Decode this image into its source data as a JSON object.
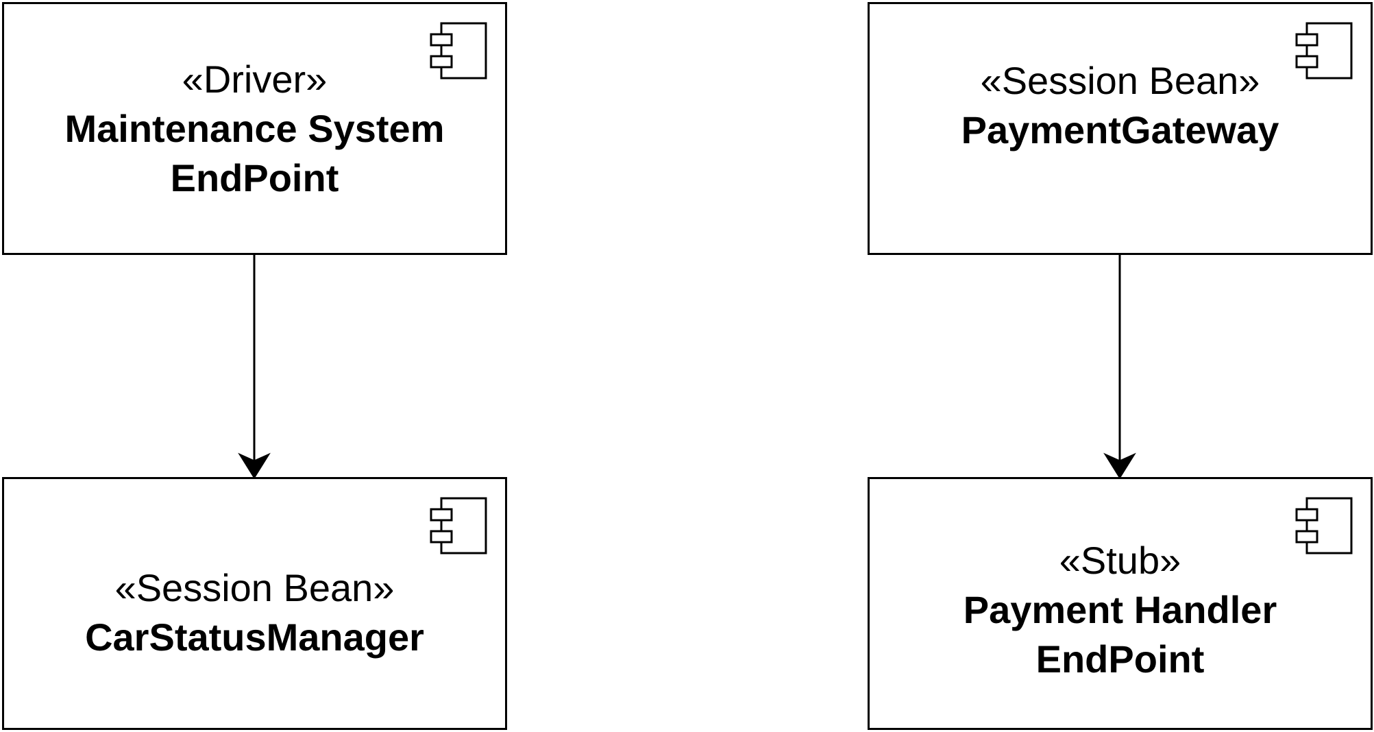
{
  "diagram": {
    "components": [
      {
        "id": "maintenance-system-endpoint",
        "stereotype": "«Driver»",
        "name": "Maintenance System\nEndPoint",
        "icon": "component-icon"
      },
      {
        "id": "payment-gateway",
        "stereotype": "«Session Bean»",
        "name": "PaymentGateway",
        "icon": "component-icon"
      },
      {
        "id": "car-status-manager",
        "stereotype": "«Session Bean»",
        "name": "CarStatusManager",
        "icon": "component-icon"
      },
      {
        "id": "payment-handler-endpoint",
        "stereotype": "«Stub»",
        "name": "Payment Handler\nEndPoint",
        "icon": "component-icon"
      }
    ],
    "dependencies": [
      {
        "from": "maintenance-system-endpoint",
        "to": "car-status-manager"
      },
      {
        "from": "payment-gateway",
        "to": "payment-handler-endpoint"
      }
    ],
    "colors": {
      "stroke": "#000000",
      "fill": "#ffffff"
    }
  }
}
